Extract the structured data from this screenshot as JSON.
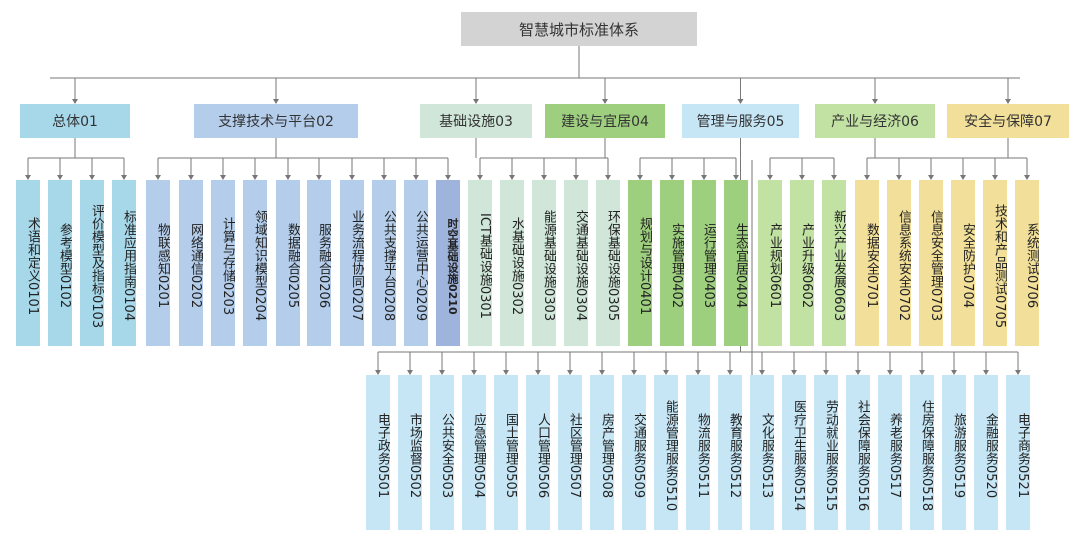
{
  "root": {
    "label": "智慧城市标准体系",
    "color": "#d3d3d4"
  },
  "categories": [
    {
      "label": "总体01",
      "color": "#a7d8ea",
      "items": [
        "术语和定义0101",
        "参考模型0102",
        "评价模型及指标0103",
        "标准应用指南0104"
      ]
    },
    {
      "label": "支撑技术与平台02",
      "color": "#b4cdeb",
      "items": [
        "物联感知0201",
        "网络通信0202",
        "计算与存储0203",
        "领域知识模型0204",
        "数据融合0205",
        "服务融合0206",
        "业务流程协同0207",
        "公共支撑平台0208",
        "公共运营中心0209",
        "时空基础设施0210"
      ]
    },
    {
      "label": "基础设施03",
      "color": "#cfe6d9",
      "items": [
        "ICT基础设施0301",
        "水基础设施0302",
        "能源基础设施0303",
        "交通基础设施0304",
        "环保基础设施0305"
      ]
    },
    {
      "label": "建设与宜居04",
      "color": "#9dcf7e",
      "items": [
        "规划与设计0401",
        "实施管理0402",
        "运行管理0403",
        "生态宜居0404"
      ]
    },
    {
      "label": "管理与服务05",
      "color": "#c6e6f5",
      "items": [
        "电子政务0501",
        "市场监督0502",
        "公共安全0503",
        "应急管理0504",
        "国土管理0505",
        "人口管理0506",
        "社区管理0507",
        "房产管理0508",
        "交通服务0509",
        "能源管理服务0510",
        "物流服务0511",
        "教育服务0512",
        "文化服务0513",
        "医疗卫生服务0514",
        "劳动就业服务0515",
        "社会保障服务0516",
        "养老服务0517",
        "住房保障服务0518",
        "旅游服务0519",
        "金融服务0520",
        "电子商务0521"
      ]
    },
    {
      "label": "产业与经济06",
      "color": "#c2e2a3",
      "items": [
        "产业规划0601",
        "产业升级0602",
        "新兴产业发展0603"
      ]
    },
    {
      "label": "安全与保障07",
      "color": "#f2e09a",
      "items": [
        "数据安全0701",
        "信息系统安全0702",
        "信息安全管理0703",
        "安全防护0704",
        "技术和产品测试0705",
        "系统测试0706"
      ]
    }
  ],
  "leaf_colors": {
    "cat01": "#a7d8ea",
    "cat02": "#b4cdeb",
    "cat02_last": "#9fb4dd",
    "cat03": "#cfe6d9",
    "cat04": "#9dcf7e",
    "cat05": "#c6e6f5",
    "cat06": "#c2e2a3",
    "cat07": "#f2e09a"
  }
}
